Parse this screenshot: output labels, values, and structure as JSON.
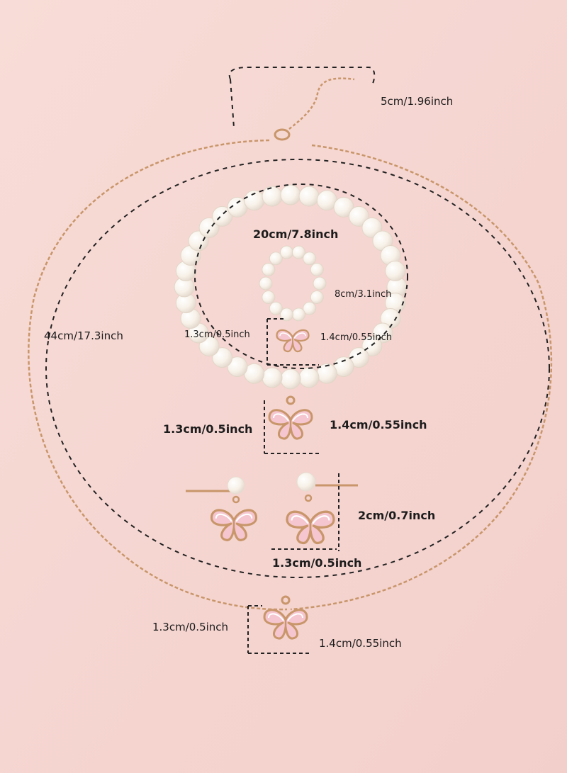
{
  "colors": {
    "background": "#f6d6d2",
    "chain": "#c8966a",
    "pearl": "#fbf7f0",
    "butterfly_fill": "#f5c6cf",
    "dash": "#222222"
  },
  "labels": {
    "extender_length": "5cm/1.96inch",
    "necklace_length": "44cm/17.3inch",
    "bracelet_length": "20cm/7.8inch",
    "ring_size": "8cm/3.1inch",
    "ring_charm_width": "1.3cm/0.5inch",
    "ring_charm_height": "1.4cm/0.55inch",
    "bracelet_charm_width": "1.3cm/0.5inch",
    "bracelet_charm_height": "1.4cm/0.55inch",
    "earring_height": "2cm/0.7inch",
    "earring_width": "1.3cm/0.5inch",
    "necklace_charm_width": "1.3cm/0.5inch",
    "necklace_charm_height": "1.4cm/0.55inch"
  }
}
